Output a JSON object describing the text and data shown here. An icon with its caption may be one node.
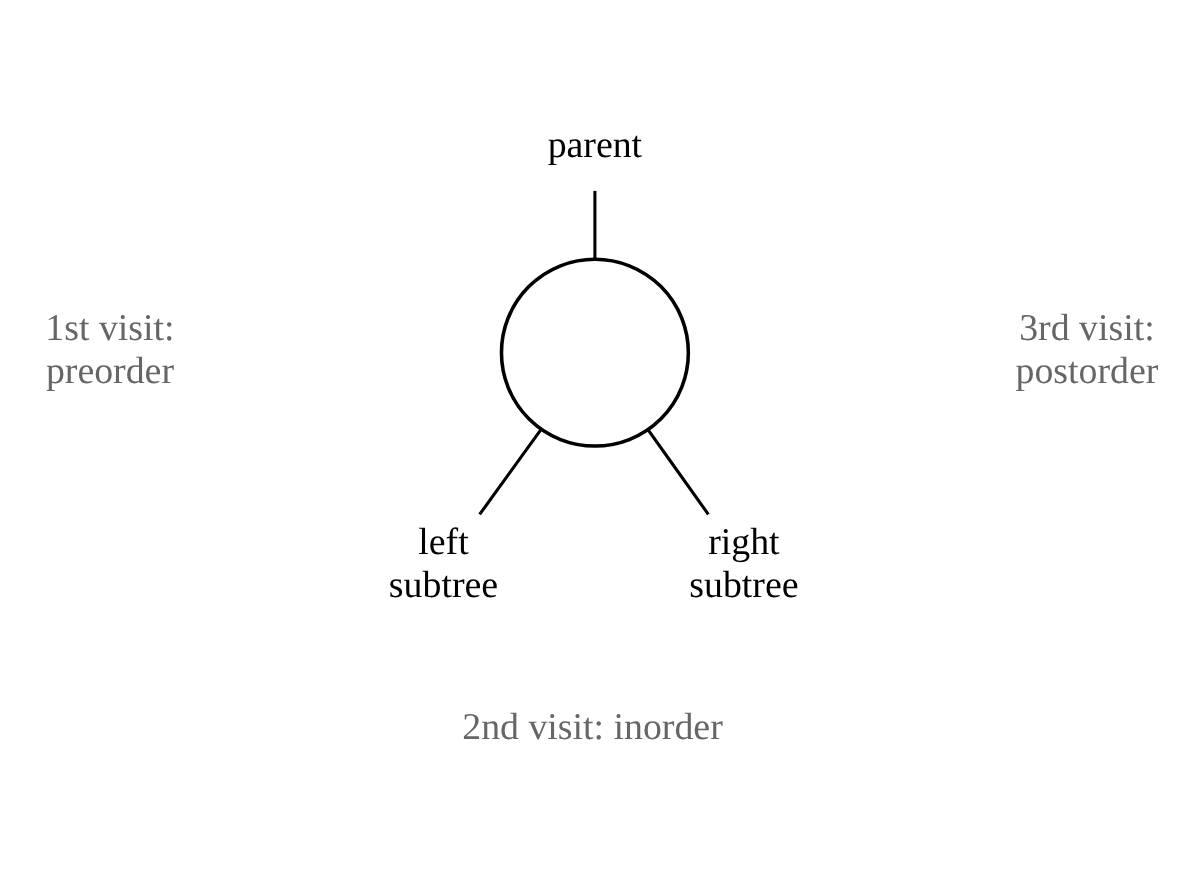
{
  "diagram": {
    "nodes": [
      {
        "text": [
          "parent"
        ]
      },
      {
        "text": [],
        "shape": "circle"
      },
      {
        "text": [
          "left subtree"
        ]
      },
      {
        "text": [
          "right subtree"
        ]
      }
    ],
    "edges": [
      {
        "from": 0,
        "to": 1,
        "arrow": "none"
      },
      {
        "from": 1,
        "to": 2,
        "arrow": "none"
      },
      {
        "from": 1,
        "to": 3,
        "arrow": "none"
      }
    ],
    "labels": [
      "1st visit: preorder",
      "3rd visit: postorder",
      "2nd visit: inorder"
    ]
  }
}
